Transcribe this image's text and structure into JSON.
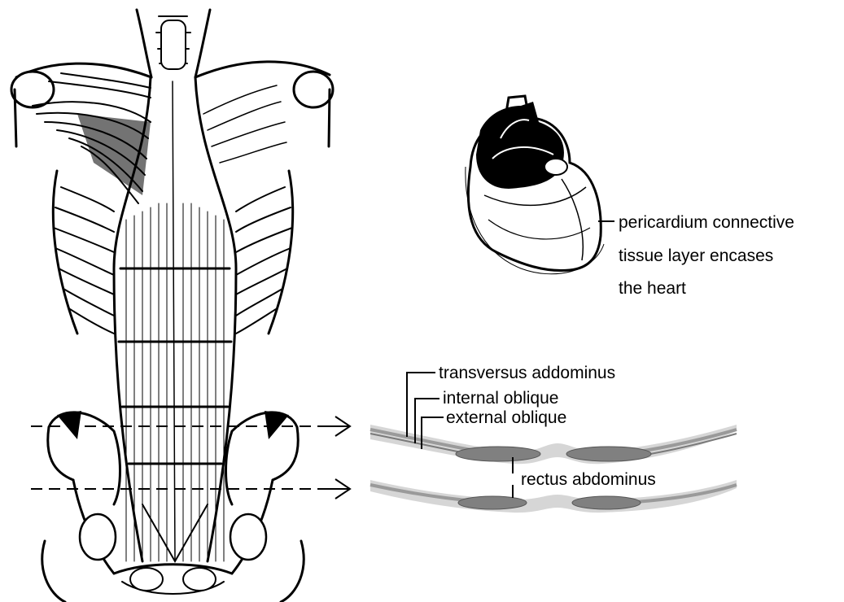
{
  "labels": {
    "pericardium": [
      "pericardium connective",
      "tissue layer encases",
      "the heart"
    ],
    "transversus": "transversus addominus",
    "internal_oblique": "internal oblique",
    "external_oblique": "external oblique",
    "rectus": "rectus abdominus"
  },
  "colors": {
    "ink": "#000000",
    "outer_layer": "#d6d6d6",
    "mid_layer": "#9a9a9a",
    "rectus_fill": "#808080"
  }
}
